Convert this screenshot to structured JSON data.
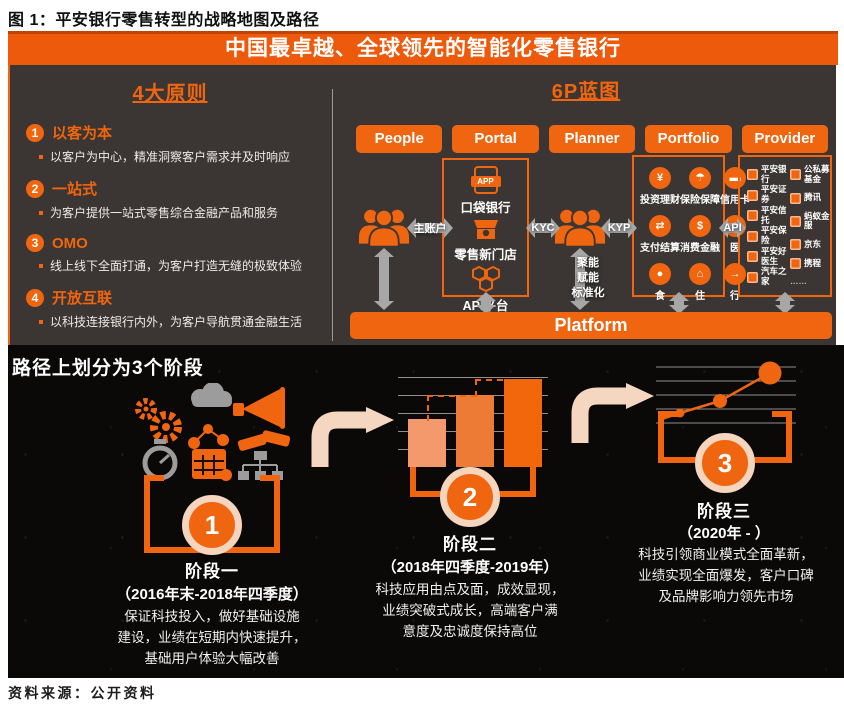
{
  "fig_title": "图 1：平安银行零售转型的战略地图及路径",
  "banner": "中国最卓越、全球领先的智能化零售银行",
  "principles": {
    "title": "4大原则",
    "items": [
      {
        "num": "1",
        "heading": "以客为本",
        "desc": "以客户为中心，精准洞察客户需求并及时响应"
      },
      {
        "num": "2",
        "heading": "一站式",
        "desc": "为客户提供一站式零售综合金融产品和服务"
      },
      {
        "num": "3",
        "heading": "OMO",
        "desc": "线上线下全面打通，为客户打造无缝的极致体验"
      },
      {
        "num": "4",
        "heading": "开放互联",
        "desc": "以科技连接银行内外，为客户导航贯通金融生活"
      }
    ]
  },
  "blueprint": {
    "title": "6P蓝图",
    "pillars": [
      "People",
      "Portal",
      "Planner",
      "Portfolio",
      "Provider"
    ],
    "app_label": "APP",
    "portal_items": [
      "口袋银行",
      "零售新门店",
      "API平台"
    ],
    "arrow_labels": {
      "account": "主账户",
      "kyc": "KYC",
      "kyp": "KYP",
      "api": "API"
    },
    "planner_caption": "聚能\n赋能\n标准化",
    "portfolio_items": [
      "投资理财",
      "保险保障",
      "信用卡",
      "支付结算",
      "消费金融",
      "医",
      "食",
      "住",
      "行"
    ],
    "portfolio_icon_glyphs": [
      "¥",
      "☂",
      "▬",
      "⇄",
      "$",
      "+",
      "●",
      "⌂",
      "→"
    ],
    "provider_left": [
      "平安银行",
      "平安证券",
      "平安信托",
      "平安保险",
      "平安好医生",
      "汽车之家"
    ],
    "provider_right": [
      "公私募基金",
      "腾讯",
      "蚂蚁金服",
      "京东",
      "携程",
      "……"
    ],
    "platform": "Platform"
  },
  "path": {
    "title": "路径上划分为3个阶段",
    "stages": [
      {
        "num": "1",
        "name": "阶段一",
        "period": "（2016年末-2018年四季度）",
        "desc": "保证科技投入，做好基础设施\n建设，业绩在短期内快速提升，\n基础用户体验大幅改善"
      },
      {
        "num": "2",
        "name": "阶段二",
        "period": "（2018年四季度-2019年）",
        "desc": "科技应用由点及面，成效显现，\n业绩突破式成长，高端客户满\n意度及忠诚度保持高位"
      },
      {
        "num": "3",
        "name": "阶段三",
        "period": "（2020年 - ）",
        "desc": "科技引领商业模式全面革新，\n业绩实现全面爆发，客户口碑\n及品牌影响力领先市场"
      }
    ]
  },
  "source": "资料来源：公开资料",
  "colors": {
    "orange": "#F0650F",
    "banner_orange": "#EE5A0B",
    "panel_dark": "#3B3633",
    "panel_black": "#0B0908",
    "arrow_gray": "#A7A7A7",
    "peach": "#F5D5BD",
    "bar_light": "#F4996B",
    "bar_mid": "#EE7B35"
  }
}
